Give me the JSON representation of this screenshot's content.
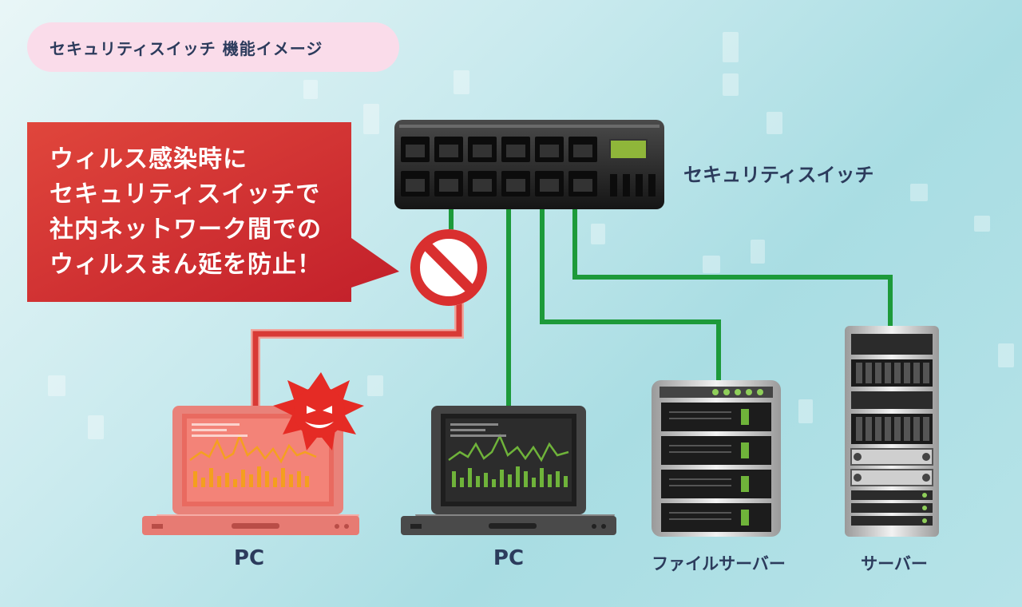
{
  "title": "セキュリティスイッチ 機能イメージ",
  "callout": {
    "lines": [
      "ウィルス感染時に",
      "セキュリティスイッチで",
      "社内ネットワーク間での",
      "ウィルスまん延を防止！"
    ]
  },
  "switch_label": "セキュリティスイッチ",
  "devices": {
    "pc_infected": "PC",
    "pc": "PC",
    "file_server": "ファイルサーバー",
    "server": "サーバー"
  },
  "colors": {
    "link_ok": "#1d9a3a",
    "link_blocked": "#e04a40",
    "callout": "#d32a2a",
    "label_text": "#2c3b5c",
    "title_bg": "#fadcea"
  },
  "icons": [
    "no-entry-icon",
    "virus-icon"
  ]
}
